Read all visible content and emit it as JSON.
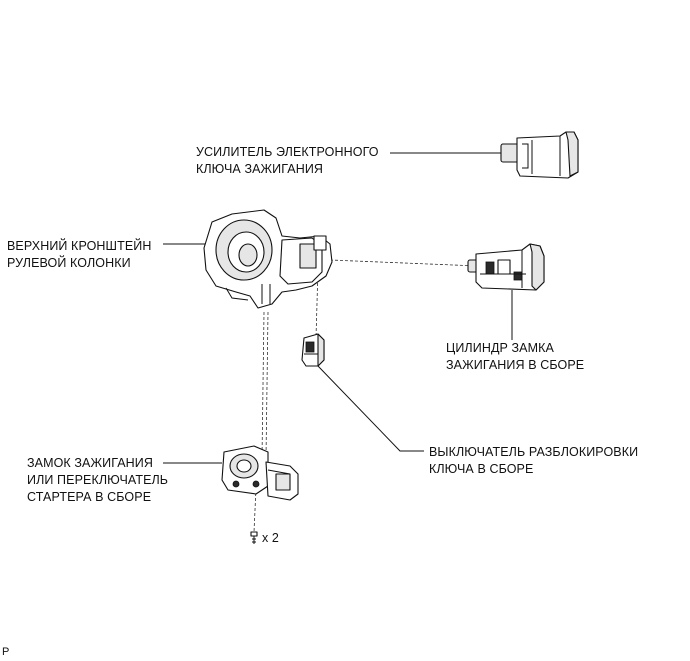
{
  "labels": {
    "amplifier": [
      "УСИЛИТЕЛЬ ЭЛЕКТРОННОГО",
      "КЛЮЧА ЗАЖИГАНИЯ"
    ],
    "bracket": [
      "ВЕРХНИЙ КРОНШТЕЙН",
      "РУЛЕВОЙ КОЛОНКИ"
    ],
    "cylinder": [
      "ЦИЛИНДР ЗАМКА",
      "ЗАЖИГАНИЯ В СБОРЕ"
    ],
    "unlock_switch": [
      "ВЫКЛЮЧАТЕЛЬ РАЗБЛОКИРОВКИ",
      "КЛЮЧА В СБОРЕ"
    ],
    "ignition_switch": [
      "ЗАМОК ЗАЖИГАНИЯ",
      "ИЛИ ПЕРЕКЛЮЧАТЕЛЬ",
      "СТАРТЕРА В СБОРЕ"
    ]
  },
  "screw_qty": "x 2",
  "corner_mark": "P"
}
